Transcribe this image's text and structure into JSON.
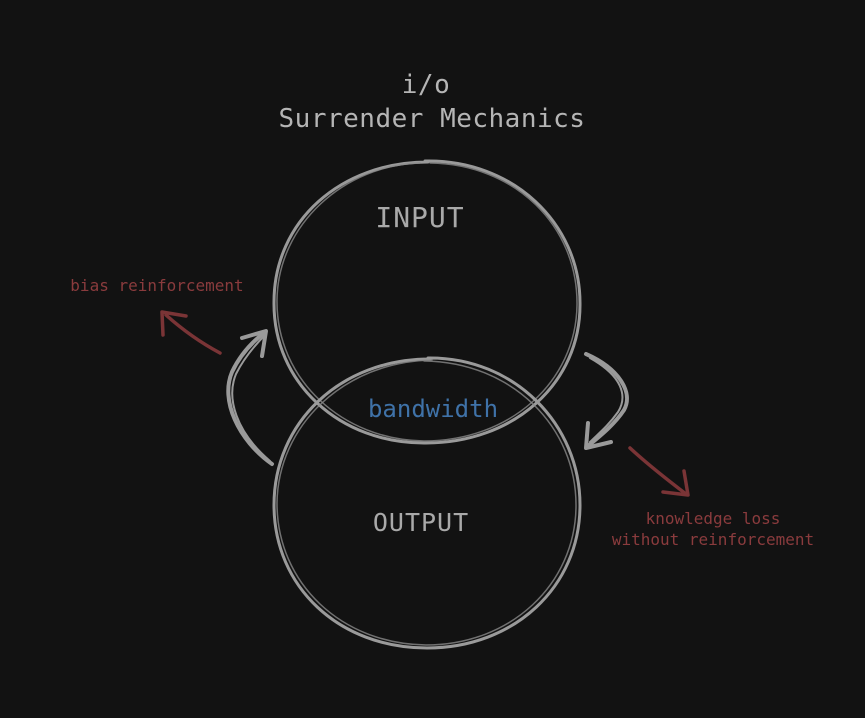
{
  "title": {
    "line1": "i/o",
    "line2": "Surrender Mechanics"
  },
  "circles": {
    "input": {
      "label": "INPUT"
    },
    "output": {
      "label": "OUTPUT"
    },
    "overlap": {
      "label": "bandwidth"
    }
  },
  "annotations": {
    "left": {
      "text": "bias reinforcement"
    },
    "right": {
      "line1": "knowledge loss",
      "line2": "without reinforcement"
    }
  },
  "colors": {
    "background": "#121212",
    "stroke": "#9a9a9a",
    "text": "#b5b5b5",
    "accent_blue": "#3f72a8",
    "accent_red": "#7a3436"
  }
}
